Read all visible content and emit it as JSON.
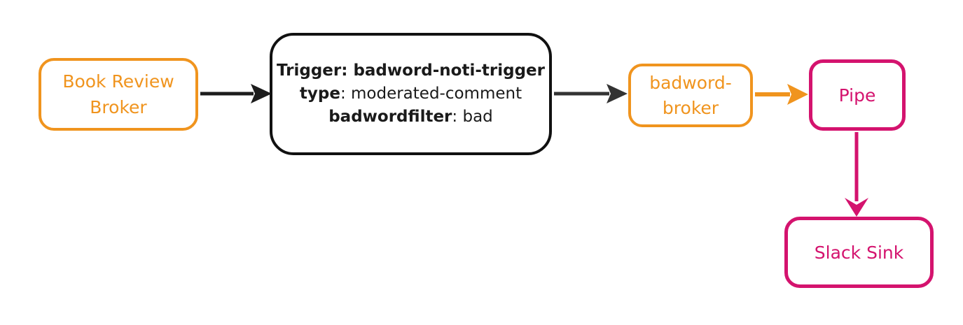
{
  "diagram": {
    "description": "Event flow diagram: broker to trigger to broker to pipe to slack sink",
    "nodes": {
      "book_review_broker": {
        "label_line1": "Book Review",
        "label_line2": "Broker",
        "color": "#F0941E"
      },
      "trigger": {
        "lines": [
          {
            "bold": "Trigger: badword-noti-trigger",
            "normal": ""
          },
          {
            "bold": "type",
            "normal": ": moderated-comment"
          },
          {
            "bold": "badwordfilter",
            "normal": ": bad"
          }
        ],
        "color": "#111111"
      },
      "badword_broker": {
        "label_line1": "badword-",
        "label_line2": "broker",
        "color": "#F0941E"
      },
      "pipe": {
        "label": "Pipe",
        "color": "#D4136E"
      },
      "slack_sink": {
        "label": "Slack Sink",
        "color": "#D4136E"
      }
    },
    "edges": [
      {
        "from": "book_review_broker",
        "to": "trigger",
        "color": "#1c1c1c"
      },
      {
        "from": "trigger",
        "to": "badword_broker",
        "color": "#333333"
      },
      {
        "from": "badword_broker",
        "to": "pipe",
        "color": "#F0941E"
      },
      {
        "from": "pipe",
        "to": "slack_sink",
        "color": "#D4136E"
      }
    ]
  },
  "colors": {
    "orange": "#F0941E",
    "pink": "#D4136E",
    "black": "#111111",
    "dark": "#333333"
  }
}
